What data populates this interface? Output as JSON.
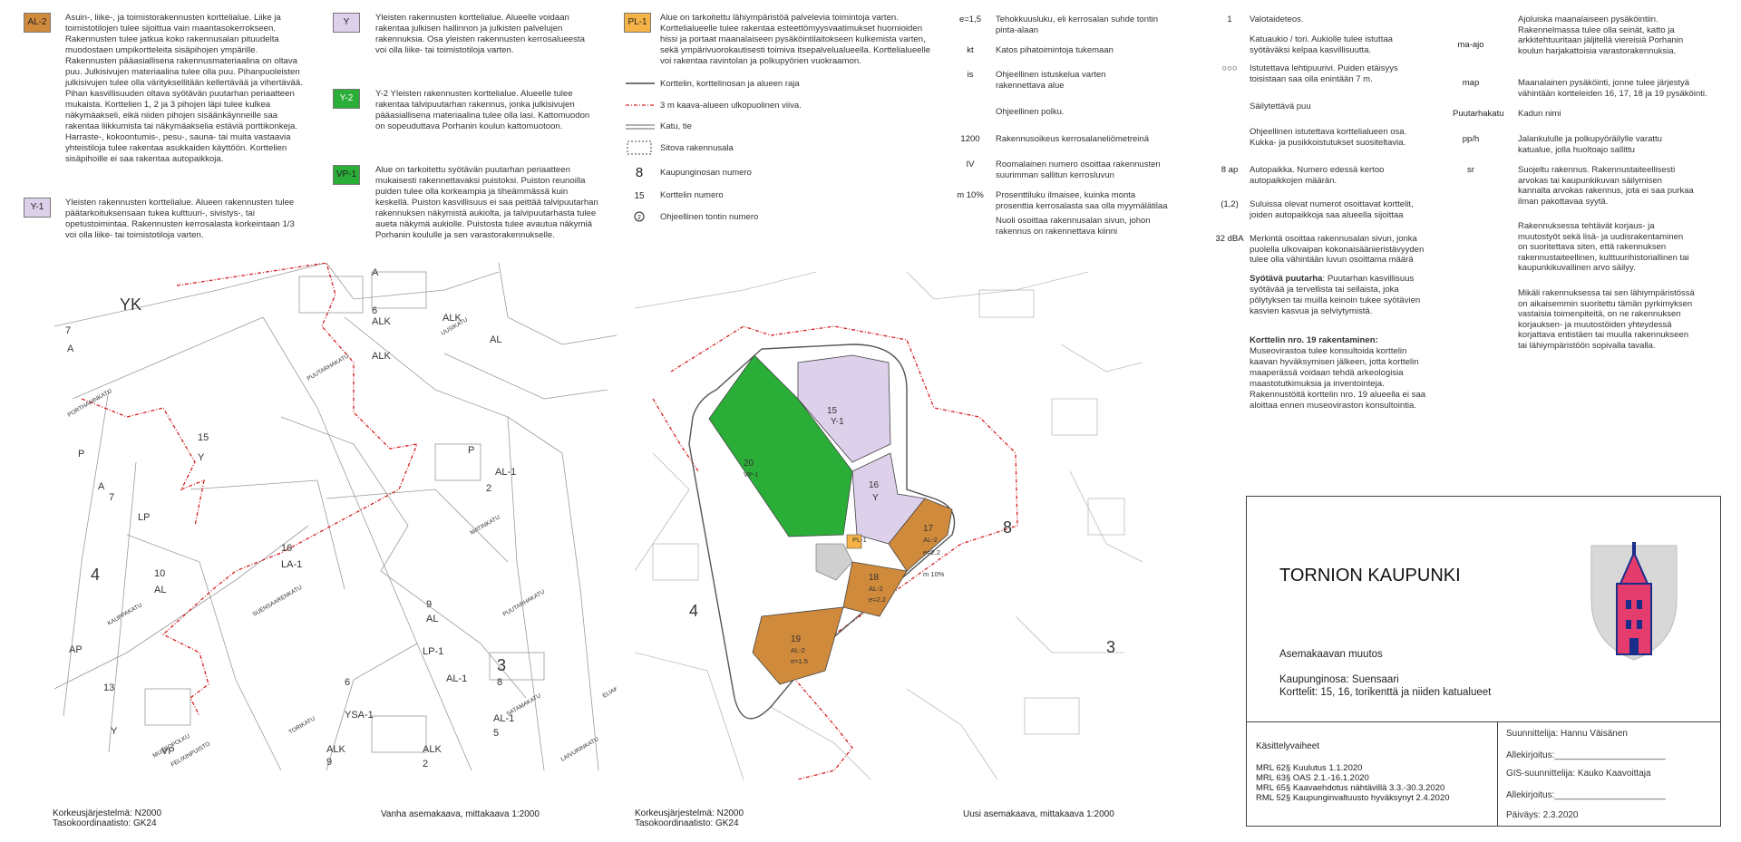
{
  "colors": {
    "al2": "#d08a3c",
    "y": "#ddd0ea",
    "y2": "#2aae38",
    "vp1": "#2aae38",
    "pl1": "#f5b347",
    "border_red": "#d42020",
    "map_line": "#777"
  },
  "legend1": {
    "al2": {
      "code": "AL-2",
      "text": [
        "Asuin-, liike-, ja toimistorakennusten korttelialue. Liike ja",
        "toimistotilojen tulee sijoittua vain maantasokerrokseen.",
        "Rakennusten tulee jatkua koko rakennusalan pituudelta",
        "muodostaen umpikortteleita sisäpihojen ympärille.",
        "Rakennusten pääasiallisena rakennusmateriaalina on oltava",
        "puu. Julkisivujen materiaalina tulee olla puu. Pihanpuoleisten",
        "julkisivujen tulee olla värityksellitään kellertävää ja vihertävää.",
        "Pihan kasvillisuuden oltava syötävän puutarhan periaatteen",
        "mukaista. Korttelien 1, 2 ja 3 pihojen läpi tulee kulkea",
        "näkymäakseli, eikä niiden pihojen sisäänkäynneille saa",
        "rakentaa liikkumista tai näkymäakselia estäviä porttikonkeja.",
        "Harraste-, kokoontumis-, pesu-, sauna- tai muita vastaavia",
        "yhteistiloja tulee rakentaa asukkaiden käyttöön. Korttelien",
        "sisäpihoille ei saa rakentaa autopaikkoja."
      ]
    },
    "y1": {
      "code": "Y-1",
      "text": [
        "Yleisten rakennusten korttelialue. Alueen rakennusten tulee",
        "päätarkoituksensaan tukea kulttuuri-, sivistys-, tai",
        "opetustoimintaa. Rakennusten kerrosalasta korkeintaan 1/3",
        "voi olla liike- tai toimistotiloja varten."
      ]
    }
  },
  "legend2": {
    "y": {
      "code": "Y",
      "text": [
        "Yleisten rakennusten korttelialue. Alueelle voidaan",
        "rakentaa julkisen hallinnon ja julkisten palvelujen",
        "rakennuksia. Osa yleisten rakennusten kerrosalueesta",
        "voi olla liike- tai toimistotiloja varten."
      ]
    },
    "y2": {
      "code": "Y-2",
      "text": [
        "Y-2 Yleisten rakennusten korttelialue. Alueelle tulee",
        "rakentaa talvipuutarhan rakennus, jonka julkisivujen",
        "pääasiallisena materiaalina tulee olla lasi. Kattomuodon",
        "on sopeuduttava Porhanin koulun kattomuotoon."
      ]
    },
    "vp1": {
      "code": "VP-1",
      "text": [
        "Alue on tarkoitettu syötävän puutarhan periaatteen",
        "mukaisesti rakennettavaksi puistoksi. Puiston reunoilla",
        "puiden tulee olla korkeampia ja tiheämmässä kuin",
        "keskellä. Puiston kasvillisuus ei saa peittää talvipuutarhan",
        "rakennuksen näkymistä aukiolta, ja talvipuutarhasta tulee",
        "aueta näkymä aukiolle. Puistosta tulee avautua näkymiä",
        "Porhanin koululle ja sen varastorakennukselle."
      ]
    }
  },
  "legend3": {
    "pl1": {
      "code": "PL-1",
      "text": [
        "Alue on tarkoitettu lähiympäristöä palvelevia toimintoja varten.",
        "Korttelialueelle tulee rakentaa esteettömyysvaatimukset huomioiden",
        "hissi ja portaat maanalaiseen pysäköintilaitokseen kulkemista varten,",
        "sekä ympärivuorokautisesti toimiva itsepalvelualueella. Korttelialueelle",
        "voi rakentaa ravintolan ja polkupyörien vuokraamon."
      ]
    },
    "rows": [
      {
        "text": "Korttelin, korttelinosan ja alueen raja"
      },
      {
        "text": "3 m kaava-alueen ulkopuolinen viiva."
      },
      {
        "text": "Katu, tie"
      },
      {
        "text": "Sitova rakennusala"
      },
      {
        "sym": "8",
        "text": "Kaupunginosan numero"
      },
      {
        "sym": "15",
        "text": "Korttelin numero"
      },
      {
        "sym": "2",
        "text": "Ohjeellinen tontin numero"
      }
    ]
  },
  "legend4": [
    {
      "sym": "e=1,5",
      "text": [
        "Tehokkuusluku, eli kerrosalan suhde tontin",
        "pinta-alaan"
      ]
    },
    {
      "sym": "kt",
      "text": [
        "Katos pihatoimintoja tukemaan"
      ]
    },
    {
      "sym": "is",
      "text": [
        "Ohjeellinen istuskelua varten",
        "rakennettava alue"
      ]
    },
    {
      "sym": "",
      "text": [
        "Ohjeellinen polku."
      ]
    },
    {
      "sym": "1200",
      "text": [
        "Rakennusoikeus kerrosalaneliömetreinä"
      ]
    },
    {
      "sym": "IV",
      "text": [
        "Roomalainen numero osoittaa rakennusten",
        "suurimman sallitun kerrosluvun"
      ]
    },
    {
      "sym": "m 10%",
      "text": [
        "Prosenttiluku ilmaisee, kuinka monta",
        "prosenttia kerrosalasta saa olla myymälätilaa"
      ]
    },
    {
      "sym": "",
      "text": [
        "Nuoli osoittaa rakennusalan sivun, johon",
        "rakennus on rakennettava kiinni"
      ]
    }
  ],
  "legend5": [
    {
      "sym": "1",
      "text": [
        "Valotaideteos."
      ]
    },
    {
      "sym": "",
      "text": [
        "Katuaukio / tori. Aukiolle tulee istuttaa",
        "syötäväksi kelpaa kasvillisuutta."
      ]
    },
    {
      "sym": "○○○",
      "text": [
        "Istutettava lehtipuurivi. Puiden etäisyys",
        "toisistaan saa olla enintään 7 m."
      ]
    },
    {
      "sym": "",
      "text": [
        "Säilytettävä puu"
      ]
    },
    {
      "sym": "",
      "text": [
        "Ohjeellinen istutettava korttelialueen osa.",
        "Kukka- ja pusikkoistutukset suositeltavia."
      ]
    },
    {
      "sym": "8 ap",
      "text": [
        "Autopaikka. Numero edessä kertoo",
        "autopaikkojen määrän."
      ]
    },
    {
      "sym": "(1,2)",
      "text": [
        "Suluissa olevat numerot osoittavat korttelit,",
        "joiden autopaikkoja saa alueella sijoittaa"
      ]
    },
    {
      "sym": "32 dBA",
      "text": [
        "Merkintä osoittaa rakennusalan sivun, jonka",
        "puolella ulkovaipan kokonaisäänieristävyyden",
        "tulee olla vähintään luvun osoittama määrä"
      ]
    }
  ],
  "notes": {
    "syotava_title": "Syötävä puutarha",
    "syotava_text": [
      ": Puutarhan kasvillisuus",
      "syötävää ja tervellista tai sellaista, joka",
      "pölytyksen tai muilla keinoin tukee syötävien",
      "kasvien kasvua ja selviytymistä."
    ],
    "k19_title": "Korttelin nro. 19 rakentaminen:",
    "k19_text": [
      "Museovirastoa tulee konsultoida korttelin",
      "kaavan hyväksymisen jälkeen, jotta korttelin",
      "maaperässä voidaan tehdä arkeologisia",
      "maastotutkimuksia ja inventointeja.",
      "Rakennustöitä korttelin nro. 19 alueella ei saa",
      "aloittaa ennen museoviraston konsultointia."
    ]
  },
  "legend6": [
    {
      "sym": "",
      "text": [
        "Ajoluiska maanalaiseen pysäköintiin.",
        "Rakennelmassa tulee olla seinät, katto ja",
        "arkkitehtuuritaan jäljitellä viereisiä Porhanin",
        "koulun harjakattoisia varastorakennuksia."
      ]
    },
    {
      "sym": "ma-ajo",
      "text": []
    },
    {
      "sym": "map",
      "text": [
        "Maanalainen pysäköinti, jonne tulee järjestyä",
        "vähintään kortteleiden 16, 17, 18 ja 19 pysäköinti."
      ]
    },
    {
      "sym": "Puutarhakatu",
      "text": [
        "Kadun nimi"
      ]
    },
    {
      "sym": "pp/h",
      "text": [
        "Jalankululle ja polkupyöräilylle varattu",
        "katualue, jolla huoltoajo sallittu"
      ]
    },
    {
      "sym": "sr",
      "text": [
        "Suojeltu rakennus. Rakennustaiteellisesti",
        "arvokas tai kaupunkikuvan säilymisen",
        "kannalta arvokas rakennus, jota ei saa purkaa",
        "ilman pakottavaa syytä."
      ]
    },
    {
      "sym": "",
      "text": [
        "Rakennuksessa tehtävät korjaus- ja",
        "muutostyöt sekä lisä- ja uudisrakentaminen",
        "on suoritettava siten, että rakennuksen",
        "rakennustaiteellinen, kulttuurihistoriallinen tai",
        "kaupunkikuvallinen arvo säilyy."
      ]
    },
    {
      "sym": "",
      "text": [
        "Mikäli rakennuksessa tai sen lähiympäristössä",
        "on aikaisemmin suoritettu tämän pyrkimyksen",
        "vastaisia toimenpiteitä, on ne rakennuksen",
        "korjauksen- ja muutostöiden yhteydessä",
        "korjattava entistäen tai muulla rakennukseen",
        "tai lähiympäristöön sopivalla tavalla."
      ]
    }
  ],
  "old_map": {
    "footer_left": [
      "Korkeusjärjestelmä: N2000",
      "Tasokoordinaatisto: GK24"
    ],
    "caption": "Vanha asemakaava, mittakaava 1:2000",
    "labels": [
      {
        "t": "YK",
        "k": "big"
      },
      {
        "t": "7",
        "k": "mid"
      },
      {
        "t": "A",
        "k": "mid"
      },
      {
        "t": "PORTHANINKATU",
        "k": "st"
      },
      {
        "t": "P",
        "k": "mid"
      },
      {
        "t": "A",
        "k": "mid"
      },
      {
        "t": "7",
        "k": "mid"
      },
      {
        "t": "LP",
        "k": "mid"
      },
      {
        "t": "4",
        "k": "big"
      },
      {
        "t": "10",
        "k": "mid"
      },
      {
        "t": "AL",
        "k": "mid"
      },
      {
        "t": "KAUPPAKATU",
        "k": "st"
      },
      {
        "t": "AP",
        "k": "mid"
      },
      {
        "t": "13",
        "k": "mid"
      },
      {
        "t": "Y",
        "k": "mid"
      },
      {
        "t": "VP",
        "k": "mid"
      },
      {
        "t": "FELIXINPUISTO",
        "k": "st"
      },
      {
        "t": "MUSEOPOLKU",
        "k": "st"
      },
      {
        "t": "15",
        "k": "mid"
      },
      {
        "t": "Y",
        "k": "mid"
      },
      {
        "t": "PUUTARHAKATU",
        "k": "st"
      },
      {
        "t": "16",
        "k": "mid"
      },
      {
        "t": "LA-1",
        "k": "mid"
      },
      {
        "t": "SUENSAARENKATU",
        "k": "st"
      },
      {
        "t": "TORIKATU",
        "k": "st"
      },
      {
        "t": "A",
        "k": "mid"
      },
      {
        "t": "6",
        "k": "mid"
      },
      {
        "t": "ALK",
        "k": "mid"
      },
      {
        "t": "ALK",
        "k": "mid"
      },
      {
        "t": "9",
        "k": "mid"
      },
      {
        "t": "AL",
        "k": "mid"
      },
      {
        "t": "LP-1",
        "k": "mid"
      },
      {
        "t": "6",
        "k": "mid"
      },
      {
        "t": "YSA-1",
        "k": "mid"
      },
      {
        "t": "AL-1",
        "k": "mid"
      },
      {
        "t": "3",
        "k": "big"
      },
      {
        "t": "8",
        "k": "mid"
      },
      {
        "t": "AL-1",
        "k": "mid"
      },
      {
        "t": "5",
        "k": "mid"
      },
      {
        "t": "ALK",
        "k": "mid"
      },
      {
        "t": "2",
        "k": "mid"
      },
      {
        "t": "ALK",
        "k": "mid"
      },
      {
        "t": "9",
        "k": "mid"
      },
      {
        "t": "AL-1",
        "k": "mid"
      },
      {
        "t": "2",
        "k": "mid"
      },
      {
        "t": "ALK",
        "k": "mid"
      },
      {
        "t": "UUSIKATU",
        "k": "st"
      },
      {
        "t": "AL",
        "k": "mid"
      },
      {
        "t": "P",
        "k": "mid"
      },
      {
        "t": "PUUTARHAKATU",
        "k": "st"
      },
      {
        "t": "SATAMAKATU",
        "k": "st"
      },
      {
        "t": "LAIVURINKATU",
        "k": "st"
      },
      {
        "t": "ELIAKSENKATU",
        "k": "st"
      },
      {
        "t": "MATINKATU",
        "k": "st"
      }
    ]
  },
  "new_map": {
    "footer_left": [
      "Korkeusjärjestelmä: N2000",
      "Tasokoordinaatisto: GK24"
    ],
    "caption": "Uusi asemakaava, mittakaava 1:2000",
    "labels": [
      {
        "t": "15"
      },
      {
        "t": "Y-1"
      },
      {
        "t": "20"
      },
      {
        "t": "VP-1"
      },
      {
        "t": "16"
      },
      {
        "t": "Y"
      },
      {
        "t": "PL-1"
      },
      {
        "t": "17"
      },
      {
        "t": "AL-2"
      },
      {
        "t": "18"
      },
      {
        "t": "AL-2"
      },
      {
        "t": "19"
      },
      {
        "t": "AL-2"
      },
      {
        "t": "8"
      },
      {
        "t": "4"
      },
      {
        "t": "3"
      },
      {
        "t": "e=2.2"
      },
      {
        "t": "m 10%"
      },
      {
        "t": "e=1.5"
      },
      {
        "t": "e=2.2"
      }
    ]
  },
  "title_block": {
    "city": "TORNION KAUPUNKI",
    "doc": "Asemakaavan muutos",
    "district": "Kaupunginosa: Suensaari",
    "blocks": "Korttelit: 15, 16, torikenttä ja niiden katualueet",
    "stages_title": "Käsittelyvaiheet",
    "stages": [
      "MRL 62§ Kuulutus 1.1.2020",
      "MRL 63§ OAS 2.1.-16.1.2020",
      "MRL 65§ Kaavaehdotus nähtävillä 3.3.-30.3.2020",
      "RML 52§ Kaupunginvaltuusto hyväksynyt 2.4.2020"
    ],
    "designer": "Suunnittelija: Hannu Väisänen",
    "sign1": "Allekirjoitus:______________________",
    "gis": "GIS-suunnittelija: Kauko Kaavoittaja",
    "sign2": "Allekirjoitus:______________________",
    "date": "Päiväys: 2.3.2020"
  }
}
